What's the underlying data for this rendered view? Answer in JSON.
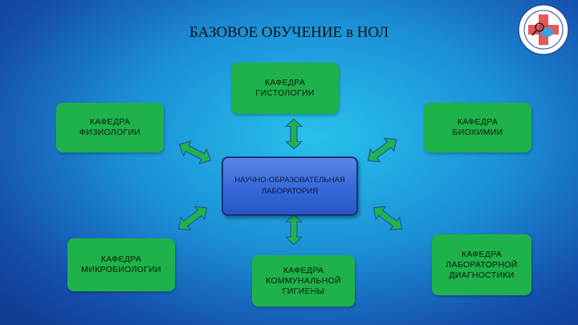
{
  "title": "БАЗОВОЕ ОБУЧЕНИЕ в НОЛ",
  "center": {
    "label": "НАУЧНО-ОБРАЗОВАТЕЛЬНАЯ\nЛАБОРАТОРИЯ"
  },
  "departments": [
    {
      "id": "histology",
      "label": "КАФЕДРА\nГИСТОЛОГИИ"
    },
    {
      "id": "physiology",
      "label": "КАФЕДРА\nФИЗИОЛОГИИ"
    },
    {
      "id": "biochemistry",
      "label": "КАФЕДРА\nБИОХИМИИ"
    },
    {
      "id": "microbiology",
      "label": "КАФЕДРА\nМИКРОБИОЛОГИИ"
    },
    {
      "id": "hygiene",
      "label": "КАФЕДРА\nКОММУНАЛЬНОЙ\nГИГИЕНЫ"
    },
    {
      "id": "lab-diagnostics",
      "label": "КАФЕДРА\nЛАБОРАТОРНОЙ\nДИАГНОСТИКИ"
    }
  ],
  "colors": {
    "box": "#1fb14a",
    "arrow": "#22b24c",
    "center": "#3568d8"
  },
  "logo_icon": "university-emblem-icon"
}
